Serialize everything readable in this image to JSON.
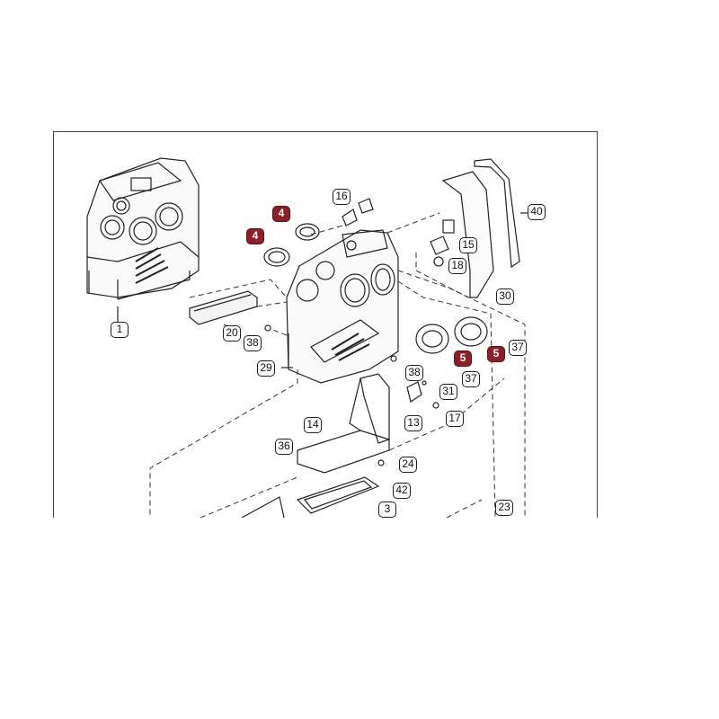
{
  "colors": {
    "highlight": "#8e1f25",
    "line": "#1d1d2b"
  },
  "callouts": {
    "c1": "1",
    "c20": "20",
    "c38a": "38",
    "c29": "29",
    "c4a": "4",
    "c4b": "4",
    "c16": "16",
    "c40": "40",
    "c15": "15",
    "c18": "18",
    "c30": "30",
    "c5a": "5",
    "c5b": "5",
    "c37a": "37",
    "c37b": "37",
    "c38b": "38",
    "c31": "31",
    "c13": "13",
    "c17": "17",
    "c14": "14",
    "c36": "36",
    "c24": "24",
    "c42": "42",
    "c3": "3",
    "c23": "23"
  }
}
